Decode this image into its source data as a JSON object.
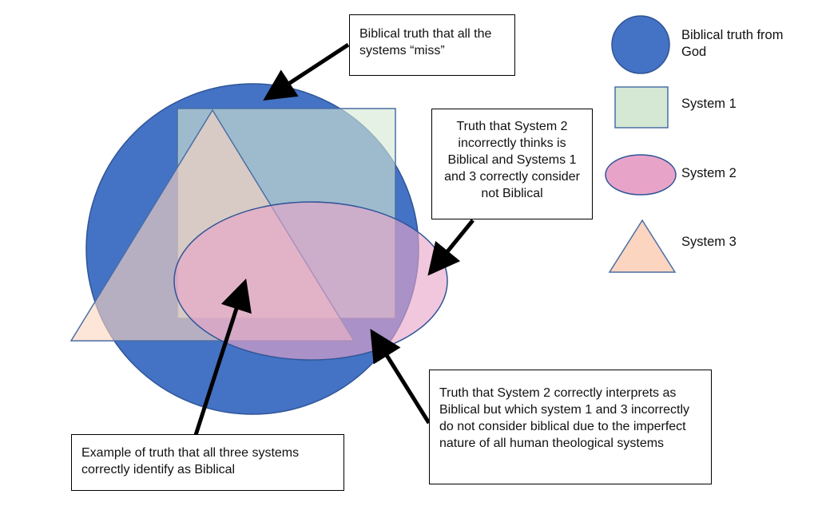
{
  "callouts": {
    "miss": "Biblical truth that all the systems “miss”",
    "system2_incorrect": "Truth that System 2 incorrectly thinks is Biblical and Systems 1 and 3 correctly consider not Biblical",
    "system2_correct": "Truth that System 2 correctly interprets as Biblical but which system 1 and 3 incorrectly do not consider biblical due to the imperfect nature of all human theological systems",
    "all_three": "Example of truth that all three systems correctly identify as Biblical"
  },
  "legend": {
    "items": [
      {
        "shape": "circle-icon",
        "label": "Biblical truth from God",
        "color": "#4472c4"
      },
      {
        "shape": "square-icon",
        "label": "System 1",
        "color": "#d5e8d4"
      },
      {
        "shape": "ellipse-icon",
        "label": "System 2",
        "color": "#e8a4c8"
      },
      {
        "shape": "triangle-icon",
        "label": "System 3",
        "color": "#fbd5c0"
      }
    ]
  },
  "colors": {
    "biblical_circle": "#4472c4",
    "system1": "#d5e8d4",
    "system2": "#e8a4c8",
    "system3": "#fbd5c0",
    "stroke": "#2f5597",
    "arrow": "#000000"
  }
}
